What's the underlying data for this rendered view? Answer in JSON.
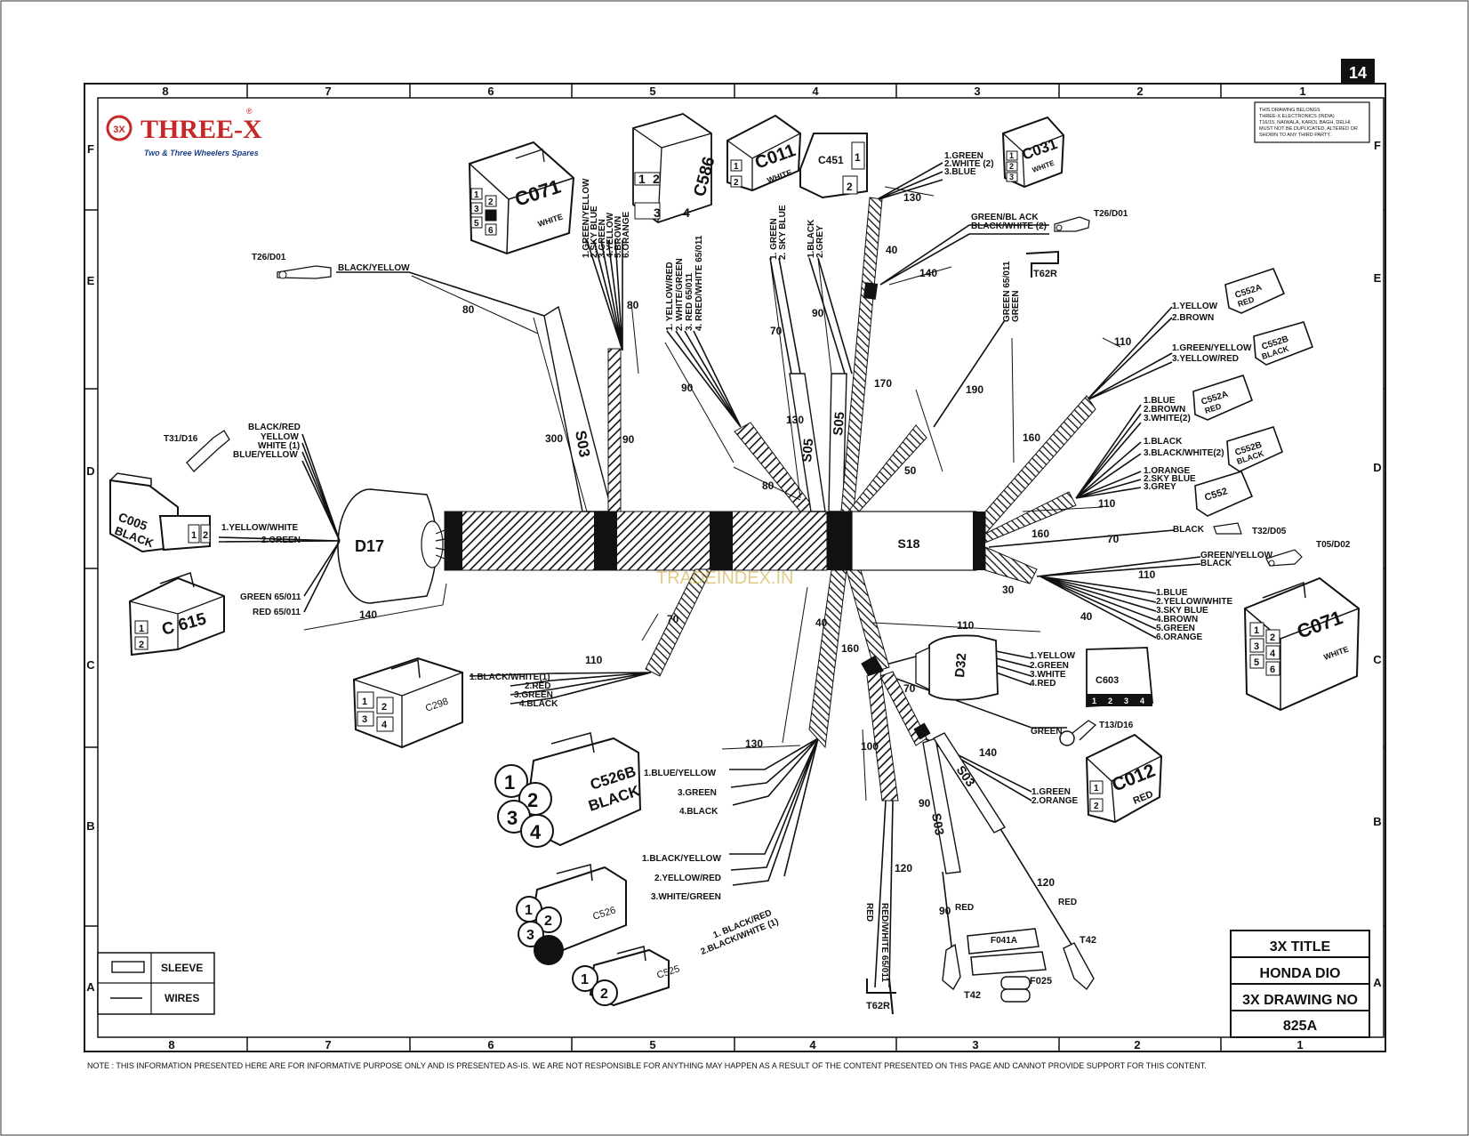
{
  "page": {
    "number": "14"
  },
  "brand": {
    "name": "THREE-X",
    "badge": "3X",
    "tagline": "Two & Three Wheelers Spares",
    "registered": "®"
  },
  "ownership_note": [
    "THIS DRAWING BELONGS",
    "THREE-X ELECTRONICS (INDIA)",
    "T16/15, NAIWALA, KAROL BAGH, DELHI",
    "MUST NOT BE DUPLICATED, ALTERED OR",
    "SHOWN TO ANY THIRD PARTY."
  ],
  "grid": {
    "columns": [
      "8",
      "7",
      "6",
      "5",
      "4",
      "3",
      "2",
      "1"
    ],
    "rows": [
      "F",
      "E",
      "D",
      "C",
      "B",
      "A"
    ]
  },
  "title_block": {
    "title": "3X TITLE",
    "model": "HONDA DIO",
    "drawing_label": "3X DRAWING NO",
    "drawing_no": "825A"
  },
  "legend": {
    "sleeve": "SLEEVE",
    "wires": "WIRES"
  },
  "watermark": "TRADEINDEX.IN",
  "footer_note": "NOTE : THIS INFORMATION PRESENTED HERE ARE FOR INFORMATIVE PURPOSE ONLY AND IS PRESENTED AS-IS. WE ARE NOT RESPONSIBLE FOR ANYTHING MAY HAPPEN AS A RESULT OF THE CONTENT PRESENTED ON THIS PAGE AND CANNOT PROVIDE SUPPORT FOR THIS CONTENT.",
  "main": {
    "hub": "D17",
    "sleeve": "S18"
  },
  "connectors": {
    "c071_top": {
      "name": "C071",
      "color": "WHITE",
      "pins": [
        "1",
        "2",
        "3",
        "4",
        "5",
        "6"
      ],
      "wires": [
        "1.GREEN/YELLOW",
        "2.SKY BLUE",
        "3.GREEN",
        "4.YELLOW",
        "5.BROWN",
        "6.ORANGE"
      ]
    },
    "c586": {
      "name": "C586",
      "pins": [
        "1",
        "2",
        "3",
        "4"
      ],
      "wires": [
        "1. YELLOW/RED",
        "2. WHITE/GREEN",
        "3. RED 65/011",
        "4. RRED/WHITE 65/011"
      ]
    },
    "c011": {
      "name": "C011",
      "color": "WHITE",
      "pins": [
        "1",
        "2"
      ],
      "wires": [
        "1. GREEN",
        "2. SKY BLUE"
      ]
    },
    "c451": {
      "name": "C451",
      "pins": [
        "1",
        "2"
      ],
      "wires": [
        "1.BLACK",
        "2.GREY"
      ]
    },
    "c031": {
      "name": "C031",
      "color": "WHITE",
      "pins": [
        "1",
        "2",
        "3"
      ],
      "wires": [
        "1.GREEN",
        "2.WHITE (2)",
        "3.BLUE"
      ]
    },
    "t26_left": {
      "name": "T26/D01",
      "wires": [
        "BLACK/YELLOW"
      ]
    },
    "t26_right": {
      "name": "T26/D01",
      "wires": [
        "GREEN/BL ACK",
        "BLACK/WHITE (2)"
      ]
    },
    "t62r_top": {
      "name": "T62R",
      "wires": [
        "GREEN 65/011",
        "GREEN"
      ]
    },
    "t31": {
      "name": "T31/D16",
      "wires": [
        "BLACK/RED",
        "YELLOW",
        "WHITE (1)",
        "BLUE/YELLOW"
      ]
    },
    "c005": {
      "name": "C005",
      "color": "BLACK",
      "pins": [
        "1",
        "2"
      ],
      "wires": [
        "1.YELLOW/WHITE",
        "2.GREEN"
      ]
    },
    "c615": {
      "name": "C 615",
      "pins": [
        "1",
        "2"
      ],
      "wires": [
        "GREEN 65/011",
        "RED 65/011"
      ]
    },
    "c298": {
      "name": "C298",
      "pins": [
        "1",
        "2",
        "3",
        "4"
      ],
      "wires": [
        "1.BLACK/WHITE(1)",
        "2.RED",
        "3.GREEN",
        "4.BLACK"
      ]
    },
    "c552a_1": {
      "name": "C552A",
      "color": "RED",
      "wires": [
        "1.YELLOW",
        "2.BROWN"
      ]
    },
    "c552b_1": {
      "name": "C552B",
      "color": "BLACK",
      "wires": [
        "1.GREEN/YELLOW",
        "3.YELLOW/RED"
      ]
    },
    "c552a_2": {
      "name": "C552A",
      "color": "RED",
      "wires": [
        "1.BLUE",
        "2.BROWN",
        "3.WHITE(2)"
      ]
    },
    "c552b_2": {
      "name": "C552B",
      "color": "BLACK",
      "wires": [
        "1.BLACK",
        "3.BLACK/WHITE(2)"
      ]
    },
    "c552": {
      "name": "C552",
      "wires": [
        "1.ORANGE",
        "2.SKY BLUE",
        "3.GREY"
      ]
    },
    "t32": {
      "name": "T32/D05",
      "wires": [
        "BLACK"
      ]
    },
    "t05": {
      "name": "T05/D02",
      "wires": [
        "GREEN/YELLOW",
        "BLACK"
      ]
    },
    "c071_right": {
      "name": "C071",
      "color": "WHITE",
      "pins": [
        "1",
        "2",
        "3",
        "4",
        "5",
        "6"
      ],
      "wires": [
        "1.BLUE",
        "2.YELLOW/WHITE",
        "3.SKY BLUE",
        "4.BROWN",
        "5.GREEN",
        "6.ORANGE"
      ]
    },
    "d32": {
      "name": "D32",
      "wires": [
        "1.YELLOW",
        "2.GREEN",
        "3.WHITE",
        "4.RED"
      ]
    },
    "c603": {
      "name": "C603",
      "pins": [
        "1",
        "2",
        "3",
        "4"
      ]
    },
    "t13": {
      "name": "T13/D16",
      "wires": [
        "GREEN"
      ]
    },
    "c012": {
      "name": "C012",
      "color": "RED",
      "pins": [
        "1",
        "2"
      ],
      "wires": [
        "1.GREEN",
        "2.ORANGE"
      ]
    },
    "c526b": {
      "name": "C526B",
      "color": "BLACK",
      "pins": [
        "1",
        "2",
        "3",
        "4"
      ],
      "wires": [
        "1.BLUE/YELLOW",
        "3.GREEN",
        "4.BLACK"
      ]
    },
    "c526": {
      "name": "C526",
      "pins": [
        "1",
        "2",
        "3"
      ],
      "wires": [
        "1.BLACK/YELLOW",
        "2.YELLOW/RED",
        "3.WHITE/GREEN"
      ]
    },
    "c525": {
      "name": "C525",
      "pins": [
        "1",
        "2"
      ],
      "wires": [
        "1. BLACK/RED",
        "2.BLACK/WHITE (1)"
      ]
    },
    "t62r_bottom": {
      "name": "T62R",
      "wires": [
        "RED",
        "RED/WHITE 65/011"
      ]
    },
    "t42_left": {
      "name": "T42",
      "wires": [
        "RED"
      ]
    },
    "t42_right": {
      "name": "T42",
      "wires": [
        "RED"
      ]
    },
    "fuse1": {
      "name": "F041A"
    },
    "fuse2": {
      "name": "F025"
    }
  },
  "sleeve_labels": [
    "S03",
    "S05",
    "S05",
    "S03"
  ],
  "lengths": [
    "80",
    "300",
    "90",
    "80",
    "90",
    "80",
    "70",
    "130",
    "90",
    "170",
    "40",
    "130",
    "140",
    "190",
    "50",
    "110",
    "160",
    "110",
    "160",
    "70",
    "110",
    "30",
    "40",
    "110",
    "70",
    "160",
    "40",
    "110",
    "70",
    "100",
    "130",
    "90",
    "120",
    "90",
    "140",
    "120",
    "140"
  ]
}
